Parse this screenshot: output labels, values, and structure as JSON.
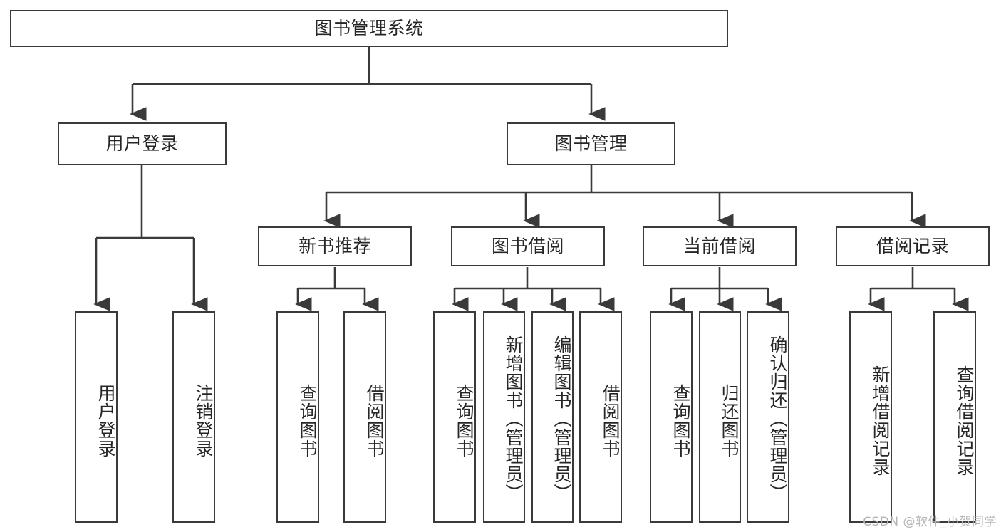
{
  "diagram": {
    "title_node": {
      "label": "图书管理系统"
    },
    "level2": [
      {
        "id": "user-login",
        "label": "用户登录"
      },
      {
        "id": "book-management",
        "label": "图书管理"
      }
    ],
    "level3": [
      {
        "id": "new-book-recommend",
        "label": "新书推荐"
      },
      {
        "id": "book-borrow",
        "label": "图书借阅"
      },
      {
        "id": "current-borrow",
        "label": "当前借阅"
      },
      {
        "id": "borrow-record",
        "label": "借阅记录"
      }
    ],
    "leaves": {
      "user_login": [
        {
          "id": "leaf-user-login",
          "label": "用户登录"
        },
        {
          "id": "leaf-logout-login",
          "label": "注销登录"
        }
      ],
      "new_book_recommend": [
        {
          "id": "leaf-query-book-1",
          "label": "查询图书"
        },
        {
          "id": "leaf-borrow-book-1",
          "label": "借阅图书"
        }
      ],
      "book_borrow": [
        {
          "id": "leaf-query-book-2",
          "label": "查询图书"
        },
        {
          "id": "leaf-add-book",
          "label": "新增图书（管理员）"
        },
        {
          "id": "leaf-edit-book",
          "label": "编辑图书（管理员）"
        },
        {
          "id": "leaf-borrow-book-2",
          "label": "借阅图书"
        }
      ],
      "current_borrow": [
        {
          "id": "leaf-query-book-3",
          "label": "查询图书"
        },
        {
          "id": "leaf-return-book",
          "label": "归还图书"
        },
        {
          "id": "leaf-confirm-return",
          "label": "确认归还（管理员）"
        }
      ],
      "borrow_record": [
        {
          "id": "leaf-add-record",
          "label": "新增借阅记录"
        },
        {
          "id": "leaf-query-record",
          "label": "查询借阅记录"
        }
      ]
    },
    "watermark": "CSDN @软件_小贺同学",
    "colors": {
      "stroke": "#3a3a3a",
      "text": "#262626",
      "background": "#ffffff",
      "watermark": "#b4b4b4"
    }
  }
}
